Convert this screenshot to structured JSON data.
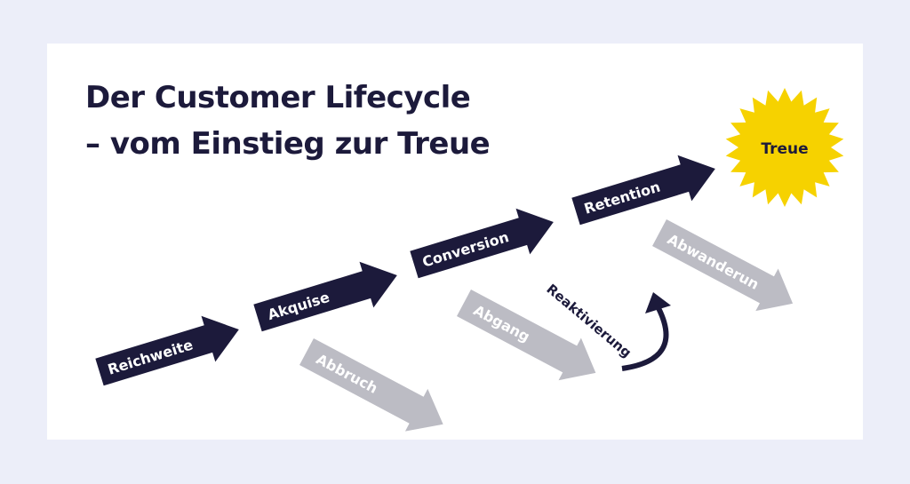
{
  "title": {
    "line1": "Der Customer Lifecycle",
    "line2": "– vom Einstieg zur Treue"
  },
  "stages": {
    "reichweite": "Reichweite",
    "akquise": "Akquise",
    "conversion": "Conversion",
    "retention": "Retention",
    "treue": "Treue"
  },
  "exits": {
    "abbruch": "Abbruch",
    "abgang": "Abgang",
    "abwanderung": "Abwanderun"
  },
  "reaktivierung": "Reaktivierung",
  "colors": {
    "background": "#eceef9",
    "card": "#ffffff",
    "stage_arrow": "#1c1a3b",
    "exit_arrow": "#bcbcc4",
    "treue_burst": "#f6d200"
  }
}
